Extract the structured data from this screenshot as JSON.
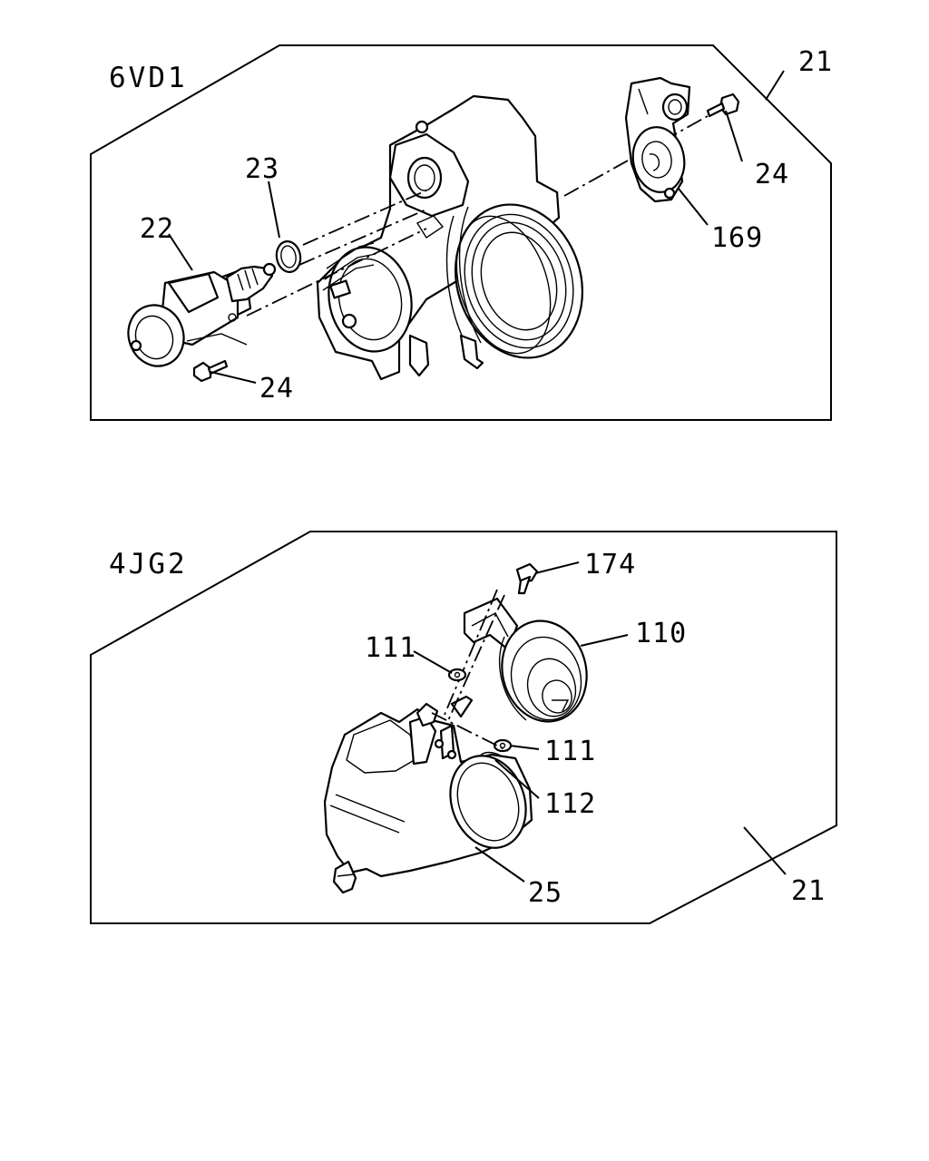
{
  "panels": [
    {
      "title": "6VD1",
      "callouts": {
        "assembly": "21",
        "oring": "23",
        "iac_valve": "22",
        "bolt_top": "24",
        "bolt_bottom": "24",
        "tps_sensor": "169"
      }
    },
    {
      "title": "4JG2",
      "callouts": {
        "assembly": "21",
        "screw": "174",
        "actuator": "110",
        "washer_top": "111",
        "washer_right": "111",
        "clip": "112",
        "throttle_body": "25"
      }
    }
  ]
}
